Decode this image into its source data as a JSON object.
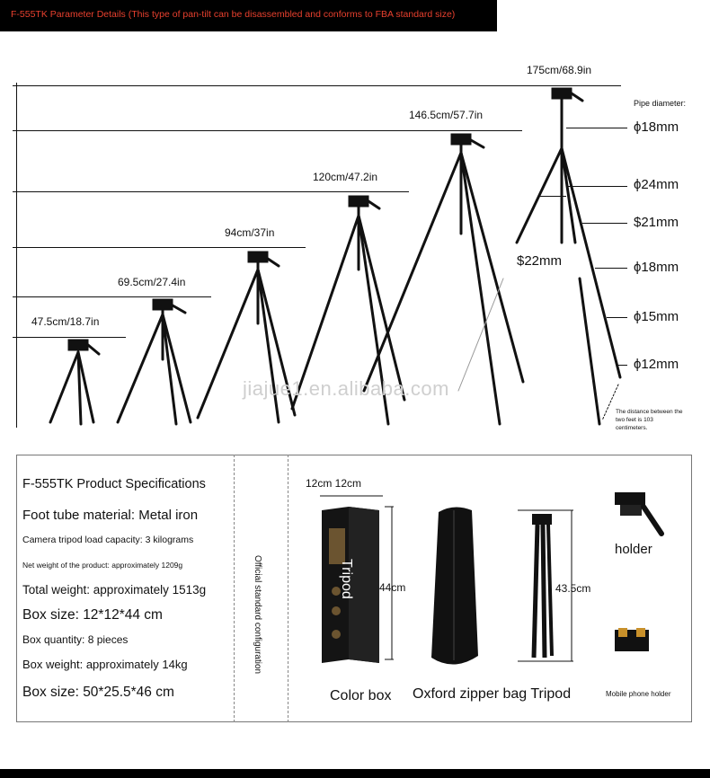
{
  "banner": "F-555TK Parameter Details (This type of pan-tilt can be disassembled and conforms to FBA standard size)",
  "heights": [
    {
      "label": "175cm/68.9in"
    },
    {
      "label": "146.5cm/57.7in"
    },
    {
      "label": "120cm/47.2in"
    },
    {
      "label": "94cm/37in"
    },
    {
      "label": "69.5cm/27.4in"
    },
    {
      "label": "47.5cm/18.7in"
    }
  ],
  "pipe": {
    "title": "Pipe diameter:",
    "items": [
      "ϕ18mm",
      "ϕ24mm",
      "$21mm",
      "ϕ18mm",
      "ϕ15mm",
      "ϕ12mm"
    ],
    "left_label": "$22mm"
  },
  "watermark": "jiajue1.en.alibaba.com",
  "feet_note": "The distance between the two feet is 103 centimeters.",
  "specs": {
    "title": "F-555TK Product Specifications",
    "items": [
      "Foot tube material: Metal iron",
      "Camera tripod load capacity: 3 kilograms",
      "Net weight of the product: approximately 1209g",
      "Total weight: approximately 1513g",
      "Box size: 12*12*44 cm",
      "Box quantity: 8 pieces",
      "Box weight: approximately 14kg",
      "Box size: 50*25.5*46 cm"
    ]
  },
  "config_label": "Official standard configuration",
  "box": {
    "width_label": "12cm 12cm",
    "height_label": "44cm",
    "brand": "Tripod",
    "caption": "Color box"
  },
  "bag": {
    "caption": "Oxford zipper bag Tripod",
    "height_label": "43.5cm"
  },
  "holder": {
    "caption": "holder"
  },
  "phone_holder": {
    "caption": "Mobile phone holder"
  }
}
